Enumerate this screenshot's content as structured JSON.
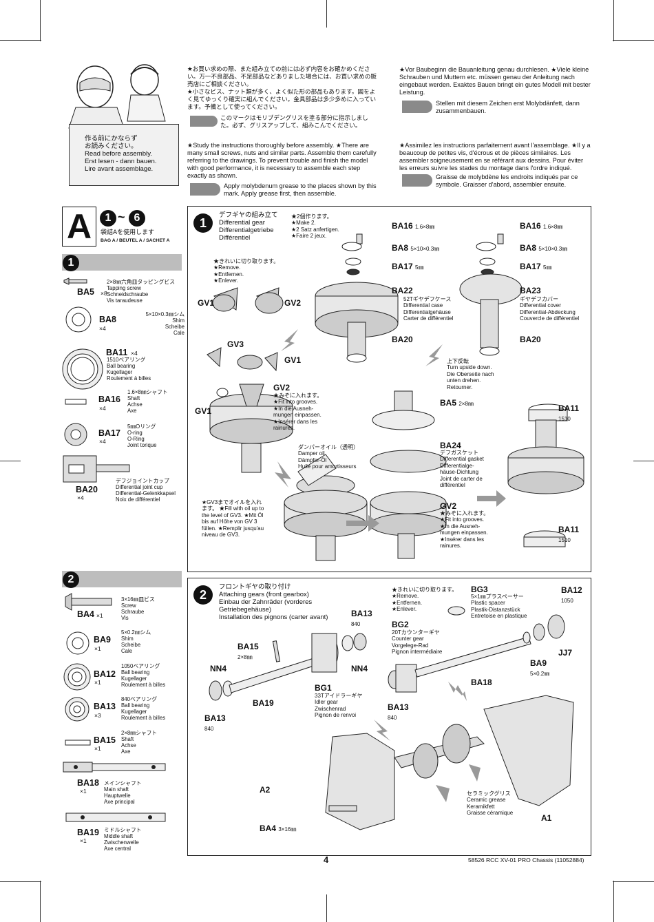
{
  "header": {
    "sign_text": "作る前にかならず\nお読みください。\nRead before assembly.\nErst lesen - dann bauen.\nLire avant assemblage.",
    "jp_text": "★お買い求めの際、また組み立ての前には必ず内容をお確かめください。万一不良部品、不足部品などありました場合には、お買い求めの販売店にご相談ください。\n★小さなビス、ナット類が多く、よく似た形の部品もあります。図をよく見てゆっくり確実に組んでください。金具部品は多少多めに入っています。予備として使ってください。",
    "jp_grease": "このマークはモリブデングリスを塗る部分に指示しました。必ず、グリスアップして、組みこんでください。",
    "en_text": "★Study the instructions thoroughly before assembly.\n★There are many small screws, nuts and similar parts. Assemble them carefully referring to the drawings. To prevent trouble and finish the model with good performance, it is necessary to assemble each step exactly as shown.",
    "en_grease": "Apply molybdenum grease to the places shown by this mark.  Apply grease first, then assemble.",
    "de_text": "★Vor Baubeginn die Bauanleitung genau durchlesen.\n★Viele kleine Schrauben und Muttern etc. müssen genau der Anleitung nach eingebaut werden. Exaktes Bauen bringt ein gutes Modell mit bester Leistung.",
    "de_grease": "Stellen mit diesem Zeichen erst Molybdänfett, dann zusammenbauen.",
    "fr_text": "★Assimilez les instructions parfaitement avant l'assemblage.\n★Il y a beaucoup de petites vis, d'écrous et de pièces similaires. Les assembler soigneusement en se référant aux dessins. Pour éviter les erreurs suivre les stades du montage dans l'ordre indiqué.",
    "fr_grease": "Graisse de molybdène les endroits indiqués par ce symbole. Graisser d'abord, assembler ensuite."
  },
  "bag": {
    "letter": "A",
    "range_from": "1",
    "range_tilde": "~",
    "range_to": "6",
    "jp": "袋詰Aを使用します",
    "sub": "BAG A / BEUTEL A / SACHET A"
  },
  "step1": {
    "number": "1",
    "parts": [
      {
        "code": "BA5",
        "qty": "×8",
        "desc": "2×8㎜六角皿タッピングビス\nTapping screw\nSchneidschraube\nVis taraudeuse"
      },
      {
        "code": "BA8",
        "qty": "×4",
        "desc": "5×10×0.3㎜シム\nShim\nScheibe\nCale"
      },
      {
        "code": "BA11",
        "qty": "×4",
        "desc": "1510ベアリング\nBall bearing\nKugellager\nRoulement à billes"
      },
      {
        "code": "BA16",
        "qty": "×4",
        "desc": "1.6×8㎜シャフト\nShaft\nAchse\nAxe"
      },
      {
        "code": "BA17",
        "qty": "×4",
        "desc": "5㎜Oリング\nO-ring\nO-Ring\nJoint torique"
      },
      {
        "code": "BA20",
        "qty": "×4",
        "desc": "デフジョイントカップ\nDifferential joint cup\nDifferential-Gelenkkapsel\nNoix de différentiel"
      }
    ],
    "title": "デフギヤの組み立て\nDifferential gear\nDifferentialgetriebe\nDifférentiel",
    "make2": "★2個作ります。\n★Make 2.\n★2 Satz anfertigen.\n★Faire 2 jeux.",
    "remove": "★きれいに切り取ります。\n★Remove.\n★Entfernen.\n★Enlever.",
    "fit": "★みぞに入れます。\n★Fit into grooves.\n★In die Ausneh-\nmungen einpassen.\n★Insérer dans les\nrainures.",
    "fit2": "★みぞに入れます。\n★Fit into grooves.\n★In die Ausneh-\nmungen einpassen.\n★Insérer dans les\nrainures.",
    "oil": "ダンパーオイル（透明）\nDamper oil\nDämpfer-Öl\nHuile pour amortisseurs",
    "fill": "★GV3までオイルを入れます。\n★Fill with oil up to the level of GV3.\n★Mit Öl bis auf Höhe von GV 3 füllen.\n★Remplir    jusqu'au niveau de GV3.",
    "upside": "上下反転\nTurn upside down.\nDie Oberseite nach\nunten drehen.\nRetourner.",
    "ba22": "52Tギヤデフケース\nDifferential case\nDifferentialgehäuse\nCarter de différentiel",
    "ba23": "ギヤデフカバー\nDifferential cover\nDifferential-Abdeckung\nCouvercle de différentiel",
    "ba24": "デフガスケット\nDifferential gasket\nDifferentialge-\nhäuse-Dichtung\nJoint de carter de\ndifférentiel",
    "labels": {
      "ba16": "BA16",
      "ba16s": "1.6×8㎜",
      "ba8": "BA8",
      "ba8s": "5×10×0.3㎜",
      "ba17": "BA17",
      "ba17s": "5㎜",
      "ba22": "BA22",
      "ba23": "BA23",
      "ba20": "BA20",
      "ba5": "BA5",
      "ba5s": "2×8㎜",
      "ba11": "BA11",
      "ba11s": "1510",
      "ba24": "BA24",
      "gv1": "GV1",
      "gv2": "GV2",
      "gv3": "GV3"
    }
  },
  "step2": {
    "number": "2",
    "parts": [
      {
        "code": "BA4",
        "qty": "×1",
        "desc": "3×16㎜皿ビス\nScrew\nSchraube\nVis"
      },
      {
        "code": "BA9",
        "qty": "×1",
        "desc": "5×0.2㎜シム\nShim\nScheibe\nCale"
      },
      {
        "code": "BA12",
        "qty": "×1",
        "desc": "1050ベアリング\nBall bearing\nKugellager\nRoulement à billes"
      },
      {
        "code": "BA13",
        "qty": "×3",
        "desc": "840ベアリング\nBall bearing\nKugellager\nRoulement à billes"
      },
      {
        "code": "BA15",
        "qty": "×1",
        "desc": "2×8㎜シャフト\nShaft\nAchse\nAxe"
      },
      {
        "code": "BA18",
        "qty": "×1",
        "desc": "メインシャフト\nMain shaft\nHauptwelle\nAxe principal"
      },
      {
        "code": "BA19",
        "qty": "×1",
        "desc": "ミドルシャフト\nMiddle shaft\nZwischenwelle\nAxe central"
      }
    ],
    "title": "フロントギヤの取り付け\nAttaching gears (front gearbox)\nEinbau der Zahnräder (vorderes\nGetriebegehäuse)\nInstallation des pignons (carter avant)",
    "remove": "★きれいに切り取ります。\n★Remove.\n★Entfernen.\n★Enlever.",
    "bg3": "5×1㎜プラスペーサー\nPlastic spacer\nPlastik-Distanzstück\nEntretoise en plastique",
    "bg2": "20Tカウンターギヤ\nCounter gear\nVorgelege-Rad\nPignon intermédiaire",
    "bg1": "33Tアイドラーギヤ\nIdler gear\nZwischenrad\nPignon de renvoi",
    "grease": "セラミックグリス\nCeramic grease\nKeramikfett\nGraisse céramique",
    "labels": {
      "ba13": "BA13",
      "n840": "840",
      "ba15": "BA15",
      "ba15s": "2×8㎜",
      "nn4": "NN4",
      "ba19": "BA19",
      "bg1": "BG1",
      "bg2": "BG2",
      "bg3": "BG3",
      "ba12": "BA12",
      "n1050": "1050",
      "jj7": "JJ7",
      "ba9": "BA9",
      "ba9s": "5×0.2㎜",
      "ba18": "BA18",
      "a2": "A2",
      "a1": "A1",
      "ba4": "BA4",
      "ba4s": "3×16㎜"
    }
  },
  "footer": {
    "page": "4",
    "ref": "58526  RCC XV-01 PRO Chassis (11052884)"
  }
}
